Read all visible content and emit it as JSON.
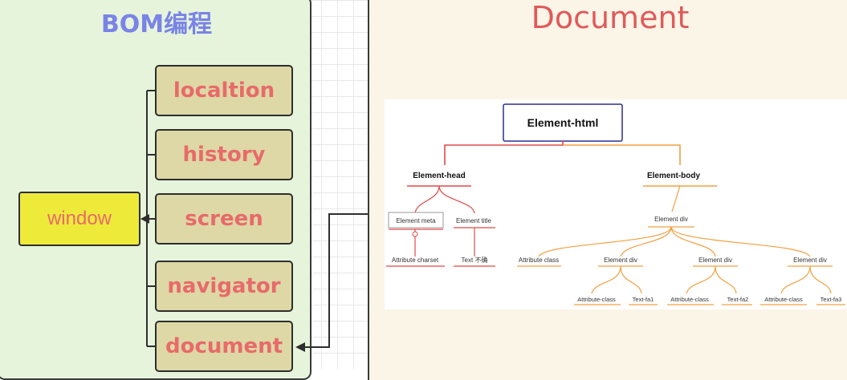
{
  "bom": {
    "title": "BOM编程",
    "window_label": "window",
    "children": [
      "localtion",
      "history",
      "screen",
      "navigator",
      "document"
    ]
  },
  "document_panel": {
    "title": "Document"
  },
  "dom_tree": {
    "root": "Element-html",
    "head": "Element-head",
    "body": "Element-body",
    "meta": "Element meta",
    "title_el": "Element title",
    "attr_charset": "Attribute charset",
    "text_title": "Text 不确",
    "body_div": "Element div",
    "attr_class": "Attribute class",
    "div1": "Element div",
    "div2": "Element div",
    "div3": "Element div",
    "div1_attr": "Attribute-class",
    "div1_text": "Text-fa1",
    "div2_attr": "Attribute-class",
    "div2_text": "Text-fa2",
    "div3_attr": "Attribute-class",
    "div3_text": "Text-fa3"
  },
  "colors": {
    "head_branch": "#e04848",
    "body_branch": "#f0a040",
    "node_fill": "#ddd8a6",
    "window_fill": "#eeea3a",
    "node_text": "#e86a6a"
  }
}
